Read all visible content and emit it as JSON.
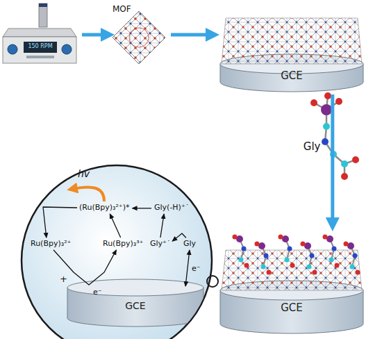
{
  "diagram": {
    "nodes": [
      {
        "text": [
          "150 RPM"
        ]
      },
      {
        "text": [
          "MOF"
        ]
      },
      {
        "text": [
          "GCE"
        ]
      },
      {
        "text": [
          "GCE"
        ]
      },
      {
        "text": [
          "(Ru(Bpy)₃²⁺)*"
        ]
      },
      {
        "text": [
          "Ru(Bpy)₃²⁺"
        ]
      },
      {
        "text": [
          "Ru(Bpy)₃³⁺"
        ]
      },
      {
        "text": [
          "Gly(-H)⁺˙"
        ]
      },
      {
        "text": [
          "Gly⁺˙"
        ]
      },
      {
        "text": [
          "Gly"
        ]
      },
      {
        "text": [
          "GCE"
        ]
      }
    ],
    "edges": [
      {
        "from": 0,
        "to": 1,
        "arrow": "to"
      },
      {
        "from": 1,
        "to": 2,
        "arrow": "to"
      },
      {
        "from": 2,
        "to": 3,
        "label": "Gly",
        "arrow": "to"
      },
      {
        "from": 4,
        "to": 5,
        "arrow": "to"
      },
      {
        "from": 5,
        "to": 6,
        "arrow": "to"
      },
      {
        "from": 6,
        "to": 4,
        "arrow": "to"
      },
      {
        "from": 7,
        "to": 4,
        "arrow": "to"
      },
      {
        "from": 8,
        "to": 7,
        "arrow": "to"
      },
      {
        "from": 9,
        "to": 8,
        "arrow": "to"
      },
      {
        "from": 9,
        "to": 10,
        "label": "e⁻",
        "arrow": "both"
      }
    ],
    "labels": [
      "hv",
      "+",
      "e⁻"
    ]
  }
}
